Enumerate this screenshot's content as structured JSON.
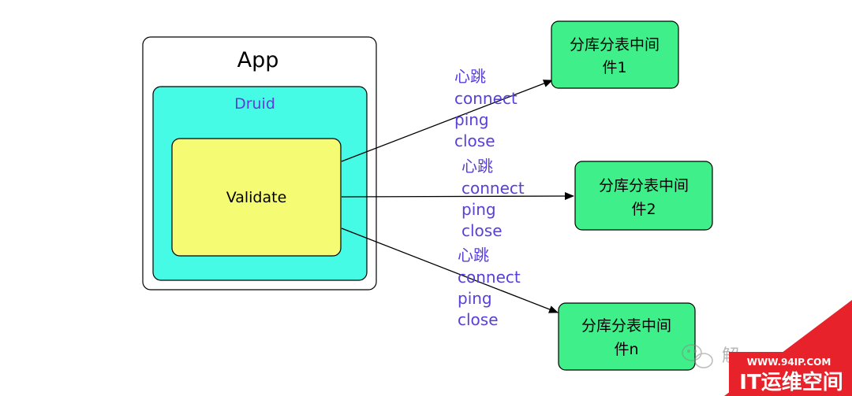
{
  "app": {
    "title": "App",
    "pool": {
      "label": "Druid",
      "validator": "Validate"
    }
  },
  "targets": [
    {
      "line1": "分库分表中间",
      "line2": "件1"
    },
    {
      "line1": "分库分表中间",
      "line2": "件2"
    },
    {
      "line1": "分库分表中间",
      "line2": "件n"
    }
  ],
  "edge_labels": [
    [
      "心跳",
      "connect",
      "ping",
      "close"
    ],
    [
      "心跳",
      "connect",
      "ping",
      "close"
    ],
    [
      "心跳",
      "connect",
      "ping",
      "close"
    ]
  ],
  "watermark": {
    "wechat_text": "解",
    "site": "WWW.94IP.COM",
    "brand": "IT运维空间"
  },
  "colors": {
    "druid_fill": "#46fbe6",
    "validate_fill": "#f6fb74",
    "target_fill": "#3ff08a",
    "label_color": "#5a3fd6",
    "arrow_color": "#000000",
    "watermark_red": "#e8222b"
  }
}
